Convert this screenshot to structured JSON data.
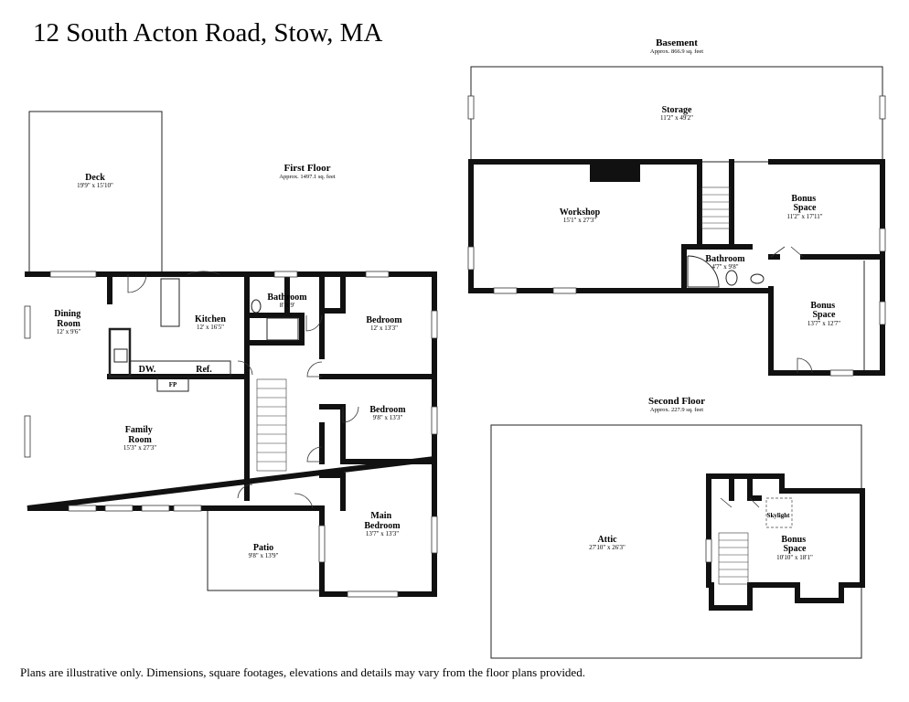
{
  "header": {
    "address": "12 South Acton Road, Stow, MA"
  },
  "footer": {
    "disclaimer": "Plans are illustrative only. Dimensions, square footages, elevations and details may vary from the floor plans provided."
  },
  "floors": [
    {
      "id": "first",
      "name": "First Floor",
      "area": "Approx. 1497.1 sq. feet"
    },
    {
      "id": "basement",
      "name": "Basement",
      "area": "Approx. 866.9 sq. feet"
    },
    {
      "id": "second",
      "name": "Second Floor",
      "area": "Approx. 227.9 sq. feet"
    }
  ],
  "rooms": [
    {
      "floor": "first",
      "name": "Deck",
      "dims": "19'9\" x 15'10\""
    },
    {
      "floor": "first",
      "name": "Dining Room",
      "dims": "12' x 9'6\""
    },
    {
      "floor": "first",
      "name": "Kitchen",
      "dims": "12' x 16'5\""
    },
    {
      "floor": "first",
      "name": "Bathroom",
      "dims": "8' x 9'"
    },
    {
      "floor": "first",
      "name": "Bedroom",
      "dims": "12' x 13'3\""
    },
    {
      "floor": "first",
      "name": "Bedroom",
      "dims": "9'8\" x 13'3\""
    },
    {
      "floor": "first",
      "name": "Family Room",
      "dims": "15'3\" x 27'3\""
    },
    {
      "floor": "first",
      "name": "Main Bedroom",
      "dims": "13'7\" x 13'3\""
    },
    {
      "floor": "first",
      "name": "Patio",
      "dims": "9'8\" x 13'9\""
    },
    {
      "floor": "basement",
      "name": "Storage",
      "dims": "11'2\" x 49'2\""
    },
    {
      "floor": "basement",
      "name": "Workshop",
      "dims": "15'1\" x 27'3\""
    },
    {
      "floor": "basement",
      "name": "Bonus Space",
      "dims": "11'2\" x 17'11\""
    },
    {
      "floor": "basement",
      "name": "Bathroom",
      "dims": "4'7\" x 9'8\""
    },
    {
      "floor": "basement",
      "name": "Bonus Space",
      "dims": "13'7\" x 12'7\""
    },
    {
      "floor": "second",
      "name": "Attic",
      "dims": "27'10\" x 26'3\""
    },
    {
      "floor": "second",
      "name": "Bonus Space",
      "dims": "10'10\" x 18'1\""
    }
  ],
  "fixtures": {
    "dishwasher": "DW.",
    "refrigerator": "Ref.",
    "fireplace": "FP",
    "skylight": "Skylight"
  }
}
